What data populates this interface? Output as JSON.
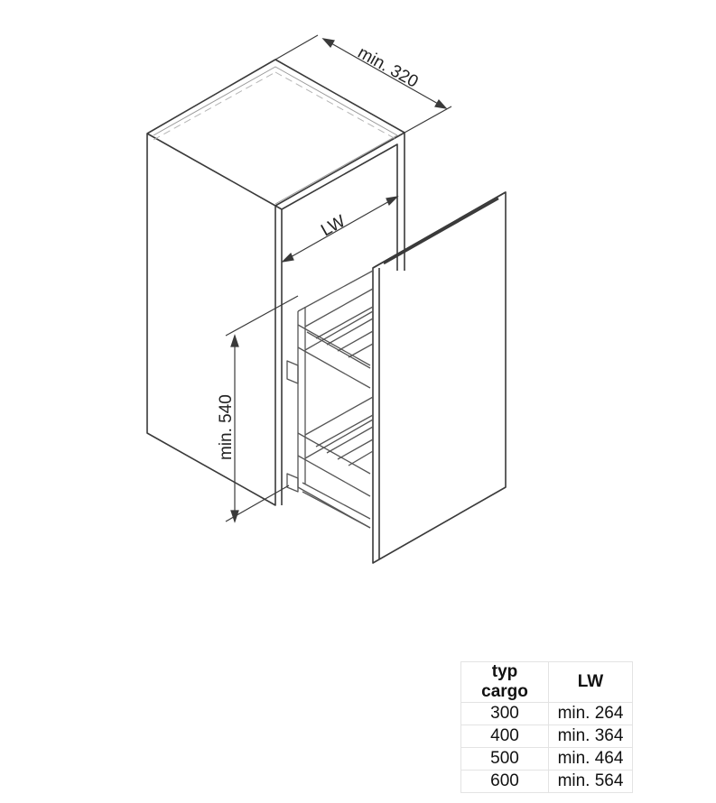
{
  "dimensions": {
    "depth": "min. 320",
    "inner_width": "LW",
    "height": "min. 540"
  },
  "table": {
    "headers": [
      "typ cargo",
      "LW"
    ],
    "rows": [
      [
        "300",
        "min. 264"
      ],
      [
        "400",
        "min. 364"
      ],
      [
        "500",
        "min. 464"
      ],
      [
        "600",
        "min. 564"
      ]
    ]
  },
  "colors": {
    "line": "#3a3a3a",
    "dash": "#b5b5b5"
  }
}
